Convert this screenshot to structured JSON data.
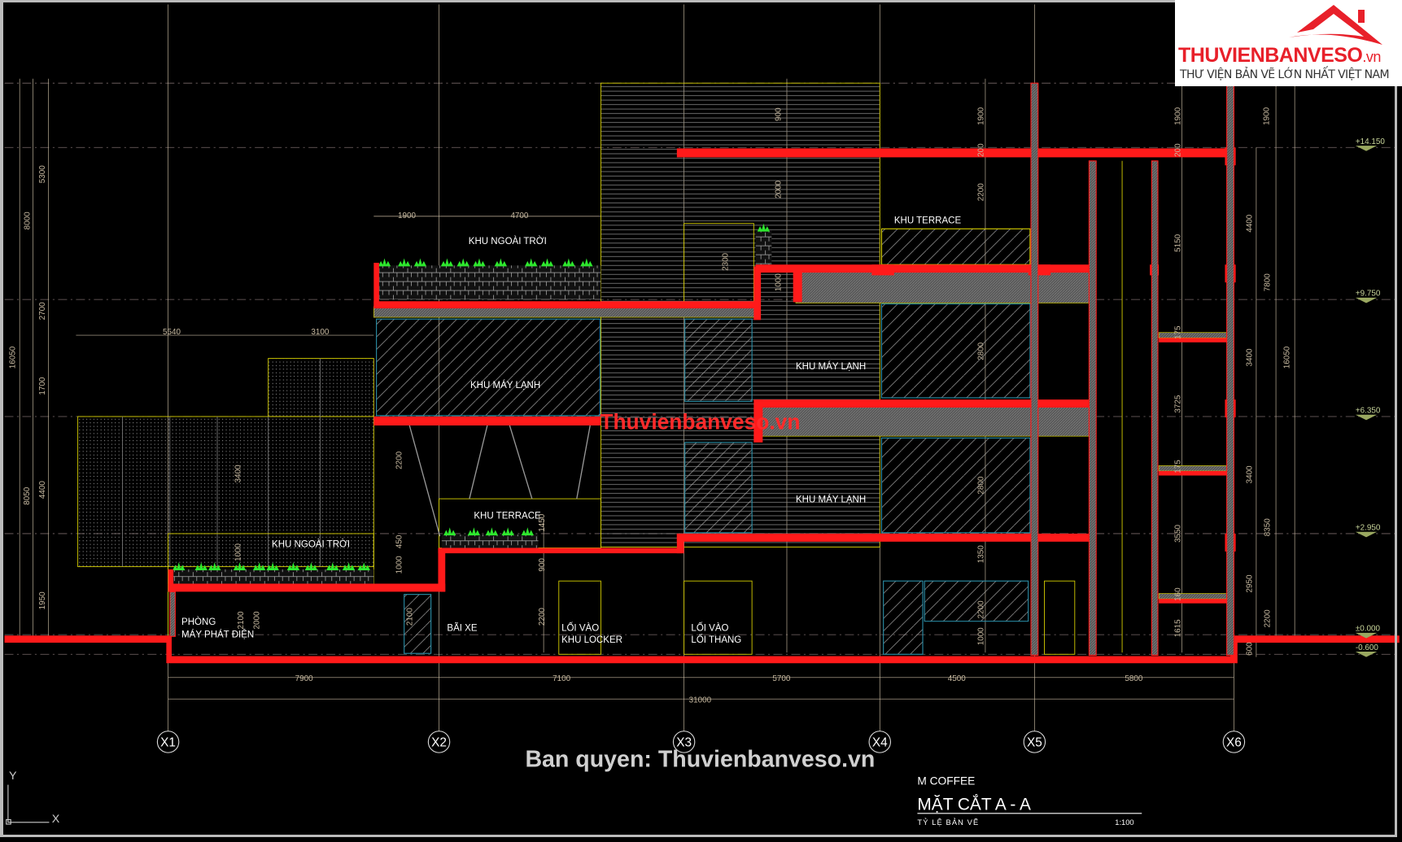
{
  "logo": {
    "brand": "THUVIENBANVESO",
    "tld": ".vn",
    "tagline": "THƯ VIỆN BẢN VẼ LỚN NHẤT VIỆT NAM",
    "color": "#e8202a"
  },
  "watermarks": {
    "center": "Thuvienbanveso.vn",
    "copyright": "Ban quyen: Thuvienbanveso.vn"
  },
  "title_block": {
    "project": "M COFFEE",
    "title": "MẶT CẮT A - A",
    "scale_label": "TỶ LỆ BẢN VẼ",
    "scale": "1:100"
  },
  "grid_axes": [
    "X1",
    "X2",
    "X3",
    "X4",
    "X5",
    "X6"
  ],
  "levels": [
    "+14.150",
    "+9.750",
    "+6.350",
    "+2.950",
    "±0.000",
    "-0.600"
  ],
  "areas": {
    "terrace_top": "KHU TERRACE",
    "outdoor_upper": "KHU NGOÀI TRỜI",
    "ac_left": "KHU MÁY LẠNH",
    "ac_mid_upper": "KHU MÁY LẠNH",
    "ac_mid_lower": "KHU MÁY LẠNH",
    "terrace_low": "KHU TERRACE",
    "outdoor_lower": "KHU NGOÀI TRỜI",
    "generator_1": "PHÒNG",
    "generator_2": "MÁY PHÁT ĐIỆN",
    "parking": "BÃI XE",
    "locker_1": "LỐI VÀO",
    "locker_2": "KHU LOCKER",
    "stair_1": "LỐI VÀO",
    "stair_2": "LỐI THANG"
  },
  "dimensions": {
    "bottom_chain": [
      "7900",
      "7100",
      "5700",
      "4500",
      "5800"
    ],
    "bottom_total": "31000",
    "top": [
      "1900",
      "4700",
      "5540",
      "3100"
    ],
    "left": [
      "5300",
      "8000",
      "2700",
      "16050",
      "1700",
      "4400",
      "8050",
      "1950"
    ],
    "right_outer": [
      "1900",
      "4400",
      "7800",
      "3400",
      "16050",
      "3400",
      "8350",
      "2950",
      "600"
    ],
    "inner": [
      "1900",
      "200",
      "5150",
      "175",
      "3725",
      "175",
      "3550",
      "160",
      "1615",
      "2200",
      "1900",
      "200",
      "2200",
      "1350",
      "2200",
      "1000",
      "2100",
      "2000",
      "2100",
      "1000",
      "1000",
      "450",
      "900",
      "2200",
      "1450",
      "3400",
      "2800",
      "2200",
      "2800",
      "2300",
      "1000",
      "2000",
      "900"
    ]
  },
  "ucs": {
    "x": "X",
    "y": "Y"
  }
}
